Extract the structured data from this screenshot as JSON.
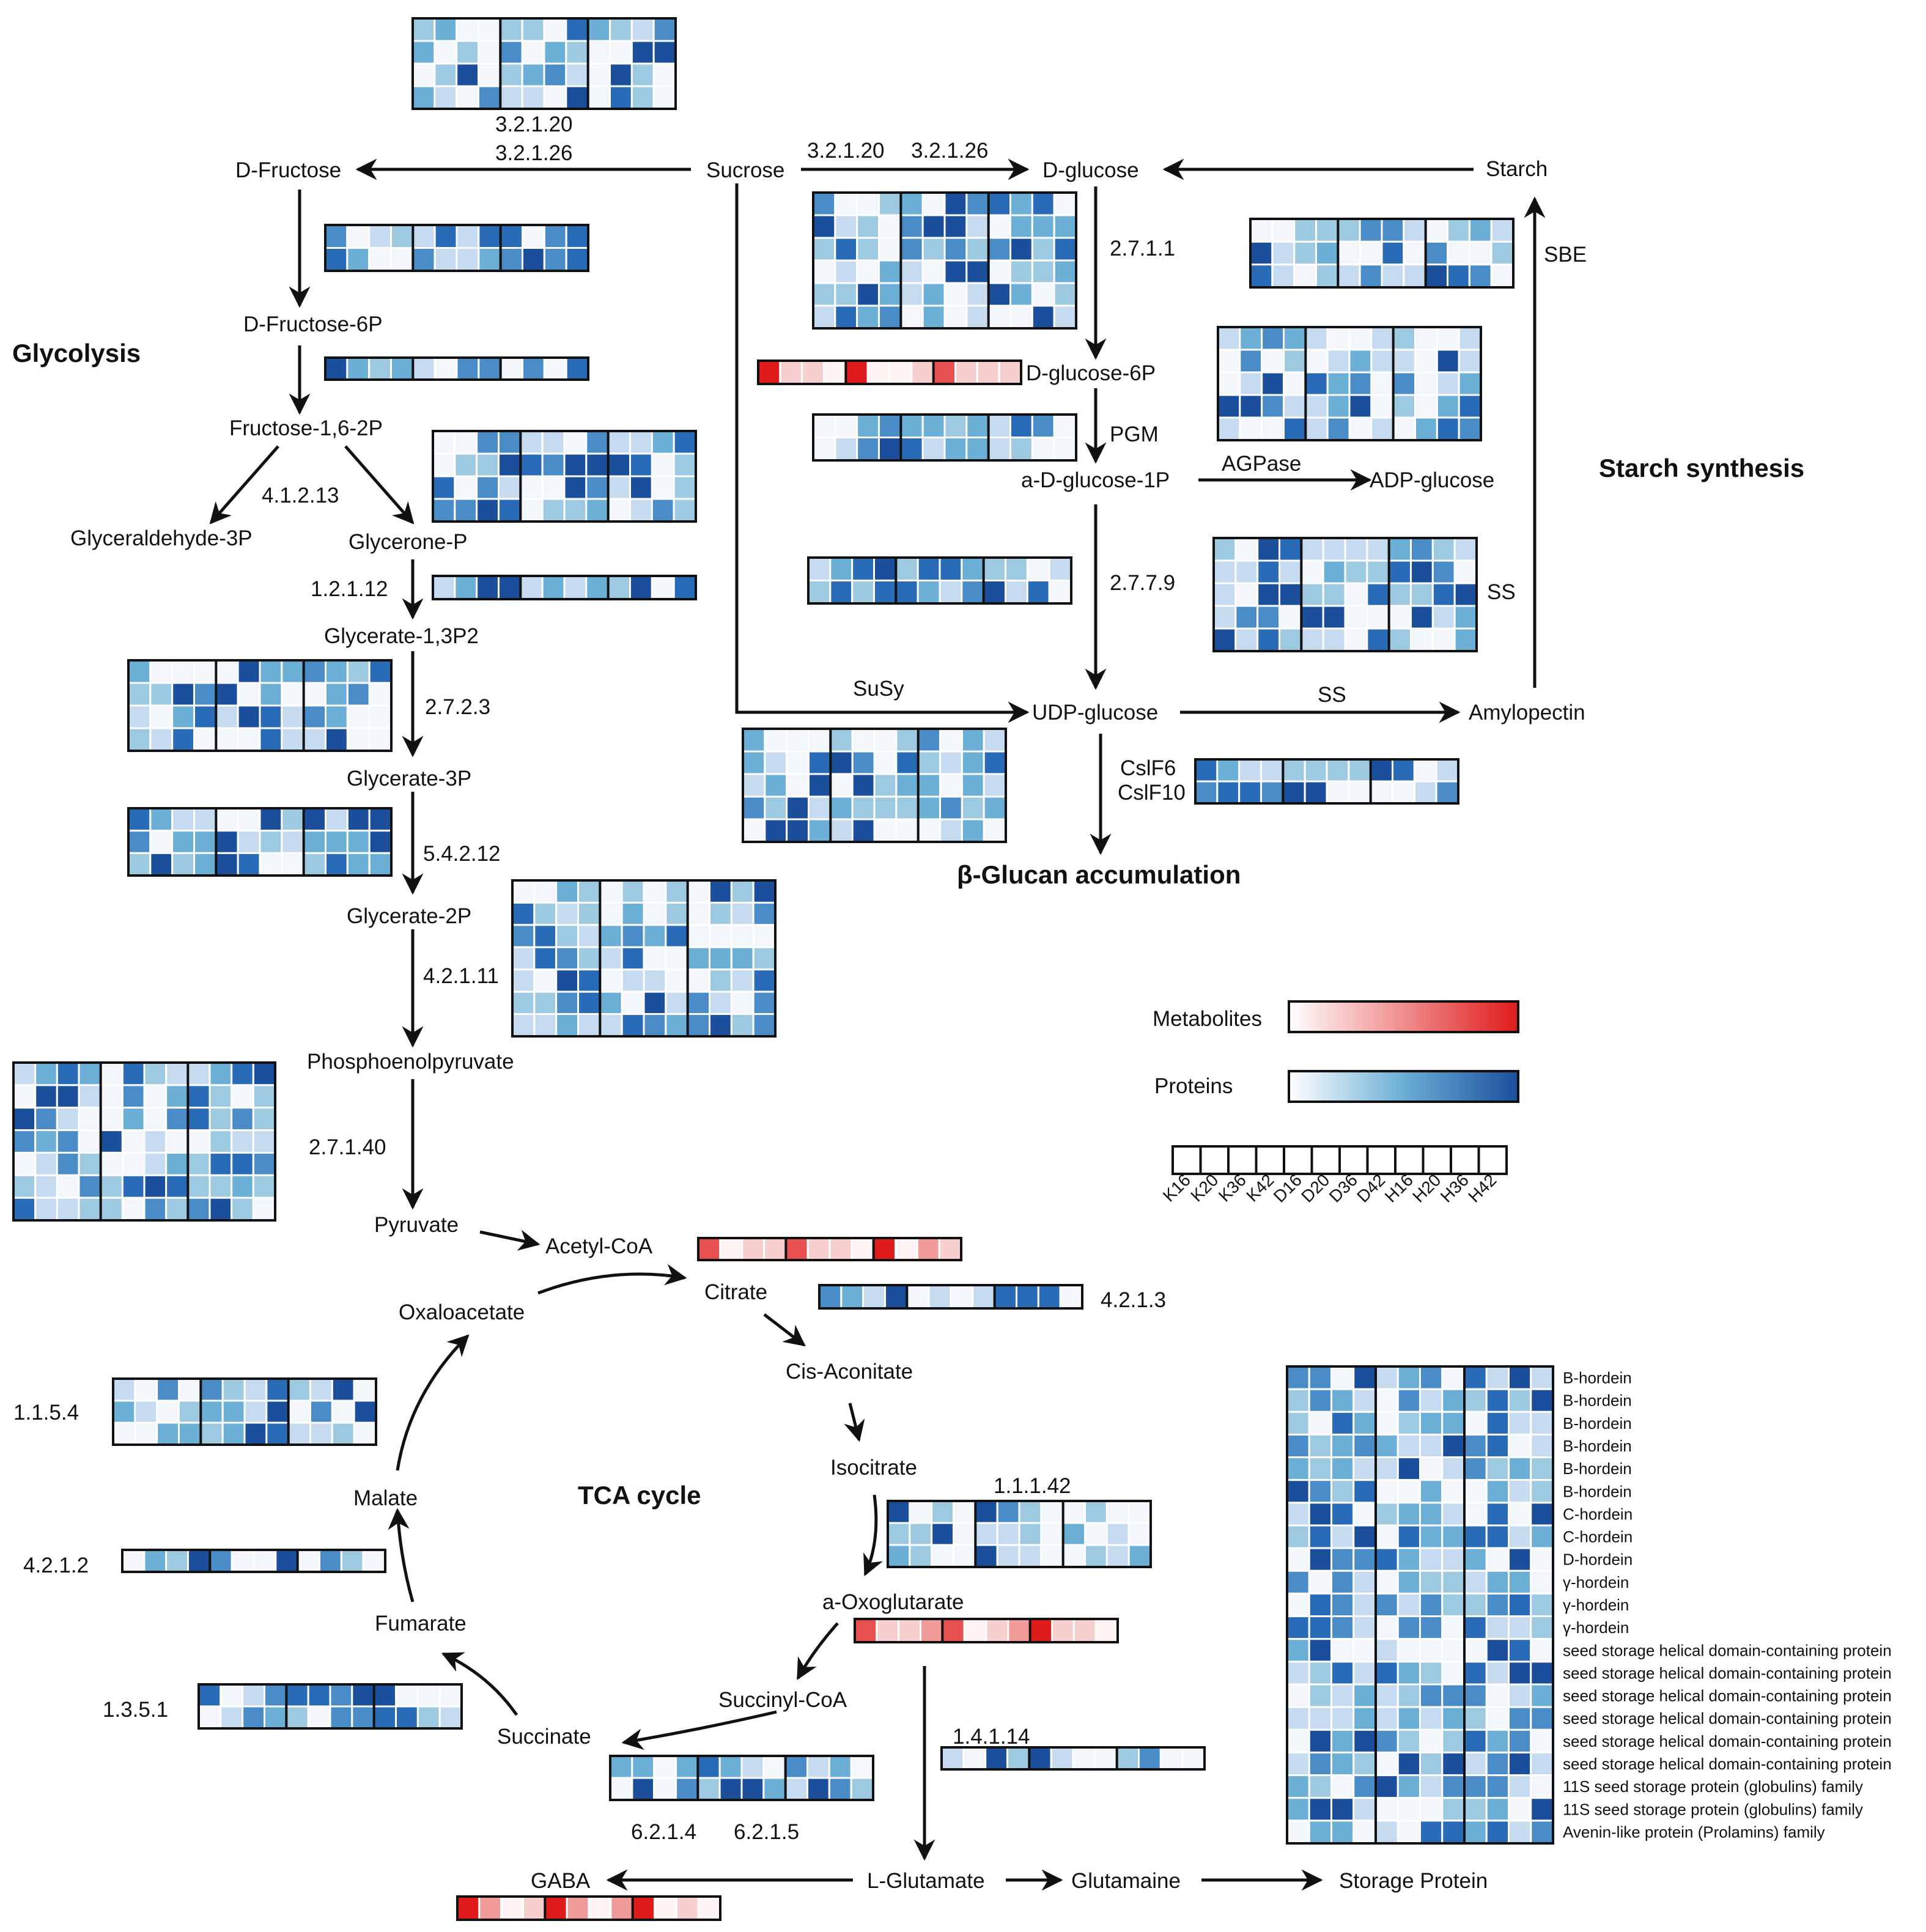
{
  "colors": {
    "protein_scale": [
      "#f3f7fb",
      "#c6dbef",
      "#9ecae1",
      "#6baed6",
      "#4a8cc8",
      "#2a6bb8",
      "#1b4f9c"
    ],
    "metabolite_scale": [
      "#fff2f2",
      "#f8cfcf",
      "#f09a9a",
      "#e75050",
      "#e01b1b"
    ],
    "grid_border": "#111111",
    "cell_gap": "#ffffff"
  },
  "section_titles": {
    "glycolysis": "Glycolysis",
    "starch_synthesis": "Starch synthesis",
    "tca_cycle": "TCA cycle",
    "beta_glucan": "β-Glucan accumulation"
  },
  "metabolites": {
    "sucrose": "Sucrose",
    "d_fructose": "D-Fructose",
    "d_fructose_6p": "D-Fructose-6P",
    "fructose_16_2p": "Fructose-1,6-2P",
    "glyceraldehyde_3p": "Glyceraldehyde-3P",
    "glycerone_p": "Glycerone-P",
    "glycerate_13p2": "Glycerate-1,3P2",
    "glycerate_3p": "Glycerate-3P",
    "glycerate_2p": "Glycerate-2P",
    "phosphoenolpyruvate": "Phosphoenolpyruvate",
    "pyruvate": "Pyruvate",
    "acetyl_coa": "Acetyl-CoA",
    "citrate": "Citrate",
    "cis_aconitate": "Cis-Aconitate",
    "isocitrate": "Isocitrate",
    "a_oxoglutarate": "a-Oxoglutarate",
    "succinyl_coa": "Succinyl-CoA",
    "succinate": "Succinate",
    "fumarate": "Fumarate",
    "malate": "Malate",
    "oxaloacetate": "Oxaloacetate",
    "l_glutamate": "L-Glutamate",
    "gaba": "GABA",
    "glutamaine": "Glutamaine",
    "storage_protein": "Storage Protein",
    "d_glucose": "D-glucose",
    "starch": "Starch",
    "d_glucose_6p": "D-glucose-6P",
    "a_d_glucose_1p": "a-D-glucose-1P",
    "adp_glucose": "ADP-glucose",
    "udp_glucose": "UDP-glucose",
    "amylopectin": "Amylopectin"
  },
  "enzymes": {
    "e3212_left": "3.2.1.20",
    "e3212_left2": "3.2.1.26",
    "e3212_right": "3.2.1.20",
    "e3212_right2": "3.2.1.26",
    "e2711": "2.7.1.1",
    "pgm": "PGM",
    "agpase": "AGPase",
    "e2779": "2.7.7.9",
    "sbe": "SBE",
    "ss_right": "SS",
    "ss_arrow": "SS",
    "susy": "SuSy",
    "cslf6": "CslF6",
    "cslf10": "CslF10",
    "e41213": "4.1.2.13",
    "e12112": "1.2.1.12",
    "e2723": "2.7.2.3",
    "e54212": "5.4.2.12",
    "e42111": "4.2.1.11",
    "e27140": "2.7.1.40",
    "e4213": "4.2.1.3",
    "e11142": "1.1.1.42",
    "e14114": "1.4.1.14",
    "e6214": "6.2.1.4",
    "e6215": "6.2.1.5",
    "e1351": "1.3.5.1",
    "e4212": "4.2.1.2",
    "e1154": "1.1.5.4"
  },
  "legend": {
    "metabolites_label": "Metabolites",
    "proteins_label": "Proteins",
    "samples": [
      "K16",
      "K20",
      "K36",
      "K42",
      "D16",
      "D20",
      "D36",
      "D42",
      "H16",
      "H20",
      "H36",
      "H42"
    ]
  },
  "storage_proteins": [
    "B-hordein",
    "B-hordein",
    "B-hordein",
    "B-hordein",
    "B-hordein",
    "B-hordein",
    "C-hordein",
    "C-hordein",
    "D-hordein",
    "γ-hordein",
    "γ-hordein",
    "γ-hordein",
    "seed storage helical domain-containing protein",
    "seed storage helical domain-containing protein",
    "seed storage helical domain-containing protein",
    "seed storage helical domain-containing protein",
    "seed storage helical domain-containing protein",
    "seed storage helical domain-containing protein",
    "11S seed storage protein (globulins) family",
    "11S seed storage protein (globulins) family",
    "Avenin-like protein (Prolamins) family"
  ]
}
